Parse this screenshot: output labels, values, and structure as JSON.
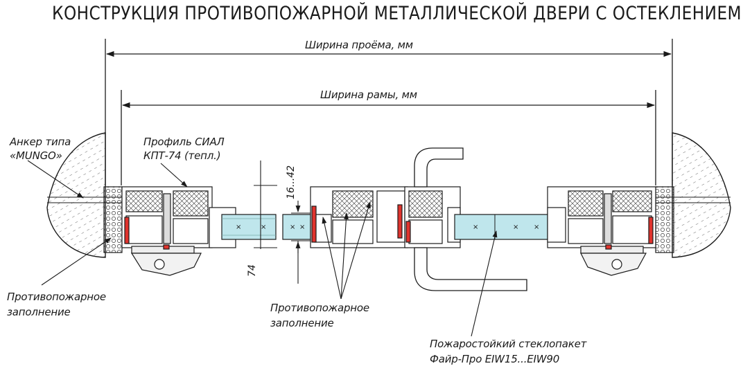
{
  "title": "КОНСТРУКЦИЯ ПРОТИВОПОЖАРНОЙ МЕТАЛЛИЧЕСКОЙ ДВЕРИ С ОСТЕКЛЕНИЕМ",
  "dimensions": {
    "opening_width": "Ширина проёма, мм",
    "frame_width": "Ширина рамы, мм",
    "glass_thickness": "16...42",
    "profile_depth": "74"
  },
  "labels": {
    "anchor_line1": "Анкер типа",
    "anchor_line2": "«MUNGO»",
    "profile_line1": "Профиль СИАЛ",
    "profile_line2": "КПТ-74 (тепл.)",
    "fill_left_line1": "Противопожарное",
    "fill_left_line2": "заполнение",
    "fill_center_line1": "Противопожарное",
    "fill_center_line2": "заполнение",
    "glass_line1": "Пожаростойкий стеклопакет",
    "glass_line2": "Файр-Про EIW15...EIW90"
  },
  "colors": {
    "line": "#1a1a1a",
    "gasket": "#e0332d",
    "glass": "#bfe6ec",
    "wall": "#e6e6e6"
  }
}
